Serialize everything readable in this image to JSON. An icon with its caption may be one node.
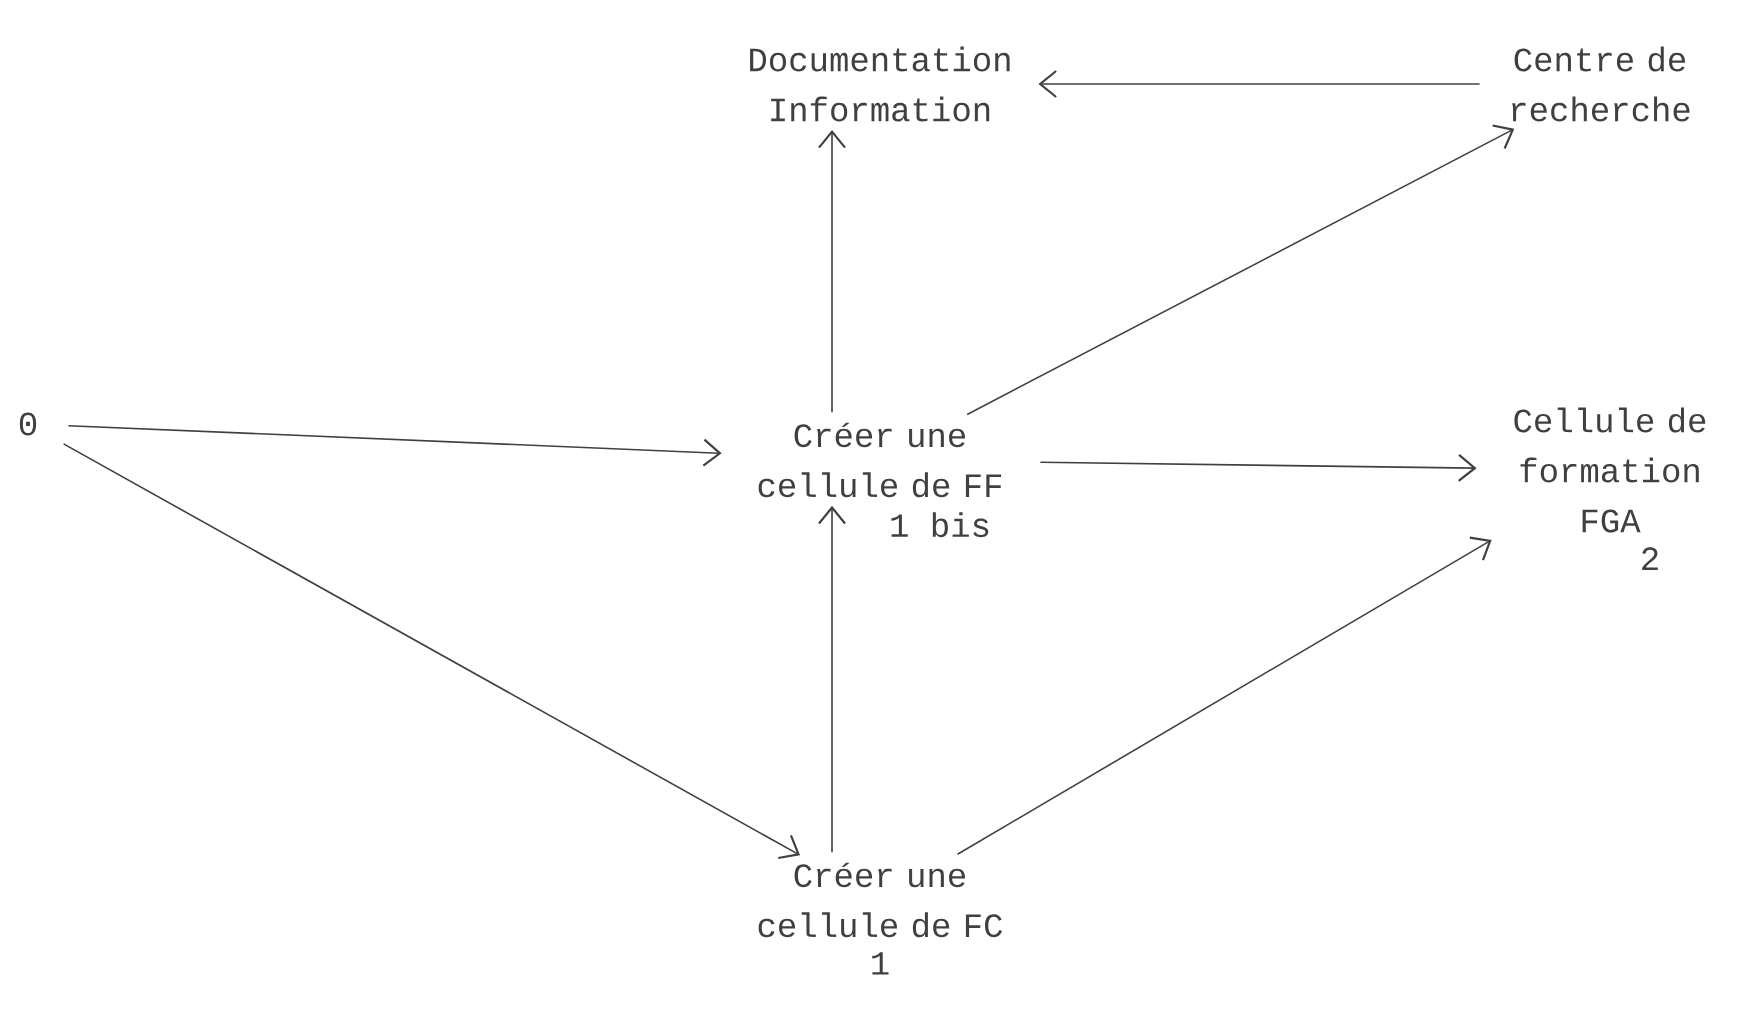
{
  "diagram": {
    "nodes": [
      {
        "text": [
          "Documentation Information"
        ]
      },
      {
        "text": [
          "Centre de recherche"
        ]
      },
      {
        "text": [
          "0"
        ]
      },
      {
        "text": [
          "Créer une cellule de FF"
        ],
        "beside": [
          "1 bis"
        ]
      },
      {
        "text": [
          "Cellule de formation FGA"
        ],
        "beside": [
          "2"
        ]
      },
      {
        "text": [
          "Créer une cellule de FC"
        ],
        "beside": [
          "1"
        ]
      }
    ],
    "edges": [
      {
        "from": 1,
        "to": 0,
        "arrow": "to"
      },
      {
        "from": 3,
        "to": 0,
        "arrow": "to"
      },
      {
        "from": 3,
        "to": 1,
        "arrow": "to"
      },
      {
        "from": 2,
        "to": 3,
        "arrow": "to"
      },
      {
        "from": 3,
        "to": 4,
        "arrow": "to"
      },
      {
        "from": 2,
        "to": 5,
        "arrow": "to"
      },
      {
        "from": 5,
        "to": 3,
        "arrow": "to"
      },
      {
        "from": 5,
        "to": 4,
        "arrow": "to"
      }
    ]
  }
}
